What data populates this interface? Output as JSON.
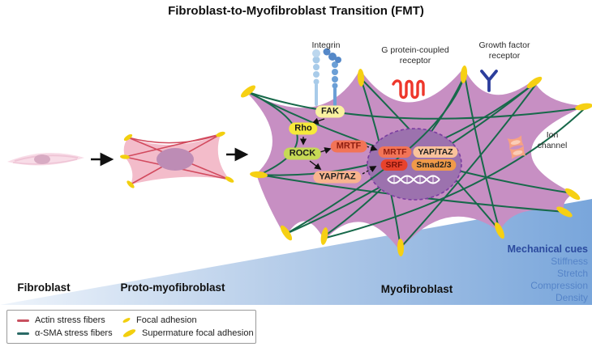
{
  "title": "Fibroblast-to-Myofibroblast Transition (FMT)",
  "stages": {
    "fibroblast": "Fibroblast",
    "proto": "Proto-myofibroblast",
    "myo": "Myofibroblast"
  },
  "receptors": {
    "integrin": "Integrin",
    "gpcr_line1": "G protein-coupled",
    "gpcr_line2": "receptor",
    "gfr_line1": "Growth factor",
    "gfr_line2": "receptor",
    "ion_line1": "Ion",
    "ion_line2": "channel"
  },
  "signaling": {
    "fak": "FAK",
    "rho": "Rho",
    "rock": "ROCK",
    "mrtf_cyto": "MRTF",
    "yaptaz_cyto": "YAP/TAZ",
    "mrtf_nuc": "MRTF",
    "yaptaz_nuc": "YAP/TAZ",
    "srf": "SRF",
    "smad": "Smad2/3"
  },
  "mechanical_cues": {
    "heading": "Mechanical cues",
    "items": [
      "Stiffness",
      "Stretch",
      "Compression",
      "Density"
    ]
  },
  "legend": {
    "actin": "Actin stress fibers",
    "asma": "α-SMA stress fibers",
    "focal": "Focal adhesion",
    "supermature": "Supermature focal adhesion"
  },
  "colors": {
    "myofibroblast_body": "#c78fc3",
    "nucleus_fill": "#9c72ae",
    "nucleus_border": "#7a3da0",
    "actin_fiber": "#c8505f",
    "asma_fiber": "#17694a",
    "focal_adhesion": "#f2cf0f",
    "supermature_adhesion": "#f6d013",
    "fibroblast_body": "#f8dce7",
    "proto_body": "#f3bcca",
    "wedge_light": "#eaf2fb",
    "wedge_dark": "#79a6db",
    "cue_heading_text": "#2b4a9e",
    "cue_item_text": "#5584c8",
    "integrin_light": "#a8cbe9",
    "integrin_dark": "#6b9fd6",
    "gpcr_red": "#ee372b",
    "growth_factor_blue": "#2c3e9c",
    "ion_channel_peach": "#f6a283",
    "fak_bg": "#faf2a0",
    "rho_bg": "#f6e93a",
    "rock_bg": "#c6d955",
    "mrtf_bg": "#f27457",
    "yaptaz_bg": "#f8b48e",
    "srf_bg": "#e8432c",
    "smad_bg": "#f09a49"
  }
}
